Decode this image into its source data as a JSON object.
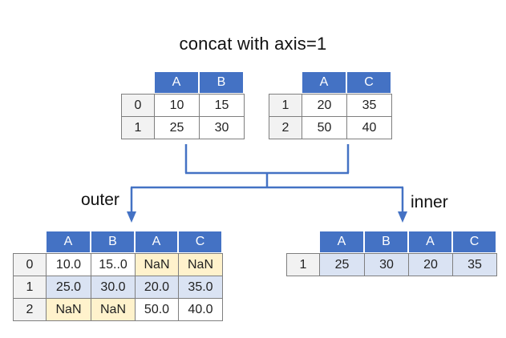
{
  "title": "concat with axis=1",
  "colors": {
    "header": "#4472c4",
    "index": "#f2f2f2",
    "nan_fill": "#fff2cc",
    "row_highlight": "#dae3f3",
    "connector": "#4472c4"
  },
  "df1": {
    "columns": [
      "A",
      "B"
    ],
    "rows": [
      {
        "index": "0",
        "values": [
          "10",
          "15"
        ]
      },
      {
        "index": "1",
        "values": [
          "25",
          "30"
        ]
      }
    ]
  },
  "df2": {
    "columns": [
      "A",
      "C"
    ],
    "rows": [
      {
        "index": "1",
        "values": [
          "20",
          "35"
        ]
      },
      {
        "index": "2",
        "values": [
          "50",
          "40"
        ]
      }
    ]
  },
  "outer": {
    "label": "outer",
    "columns": [
      "A",
      "B",
      "A",
      "C"
    ],
    "rows": [
      {
        "index": "0",
        "values": [
          "10.0",
          "15..0",
          "NaN",
          "NaN"
        ]
      },
      {
        "index": "1",
        "values": [
          "25.0",
          "30.0",
          "20.0",
          "35.0"
        ]
      },
      {
        "index": "2",
        "values": [
          "NaN",
          "NaN",
          "50.0",
          "40.0"
        ]
      }
    ]
  },
  "inner": {
    "label": "inner",
    "columns": [
      "A",
      "B",
      "A",
      "C"
    ],
    "rows": [
      {
        "index": "1",
        "values": [
          "25",
          "30",
          "20",
          "35"
        ]
      }
    ]
  }
}
